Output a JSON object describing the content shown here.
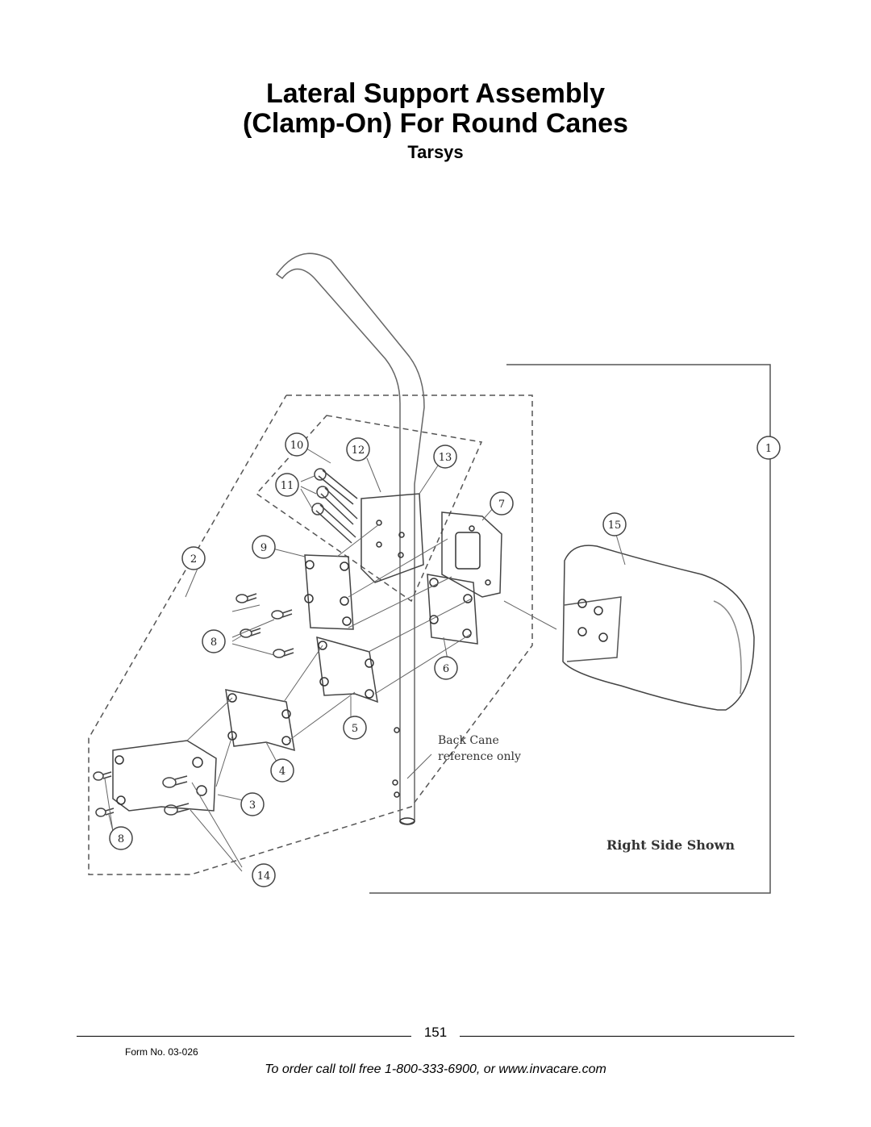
{
  "header": {
    "title_line1": "Lateral Support Assembly",
    "title_line2": "(Clamp-On) For Round Canes",
    "subtitle": "Tarsys"
  },
  "diagram": {
    "part_labels": [
      "1",
      "2",
      "3",
      "4",
      "5",
      "6",
      "7",
      "8",
      "8",
      "9",
      "10",
      "11",
      "12",
      "13",
      "14",
      "15"
    ],
    "back_cane_note_line1": "Back Cane",
    "back_cane_note_line2": "reference only",
    "side_note": "Right Side Shown"
  },
  "footer": {
    "page_number": "151",
    "form_no": "Form No. 03-026",
    "order_text": "To order call toll free 1-800-333-6900, or www.invacare.com"
  }
}
